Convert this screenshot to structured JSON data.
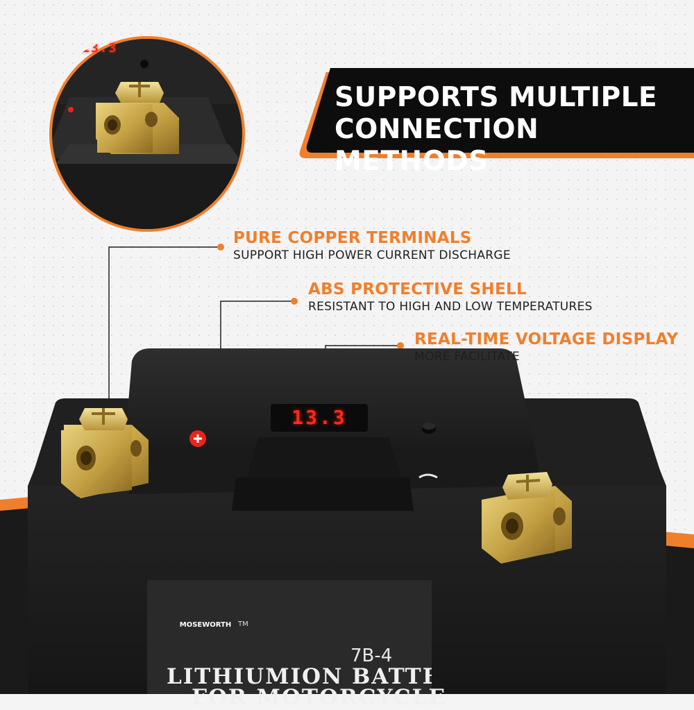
{
  "headline": {
    "line1": "SUPPORTS MULTIPLE",
    "line2": "CONNECTION METHODS"
  },
  "callouts": [
    {
      "title": "PURE COPPER TERMINALS",
      "subtitle": "SUPPORT HIGH POWER CURRENT DISCHARGE"
    },
    {
      "title": "ABS PROTECTIVE SHELL",
      "subtitle": "RESISTANT TO HIGH AND LOW TEMPERATURES"
    },
    {
      "title": "REAL-TIME VOLTAGE DISPLAY",
      "subtitle": "MORE FACILITATE"
    }
  ],
  "product": {
    "voltage_reading": "13.3",
    "brand": "MOSEWORTH",
    "trademark": "TM",
    "model": "7B-4",
    "label_line1": "LITHIUMION BATTERY",
    "label_line2": "FOR MOTORCYCLE",
    "positive_symbol": "+"
  },
  "colors": {
    "accent_orange": "#f07f2c",
    "banner_black": "#0d0d0d",
    "battery_body": "#222222",
    "brass_terminal": "#c9a84a",
    "led_red": "#ff2a18"
  }
}
